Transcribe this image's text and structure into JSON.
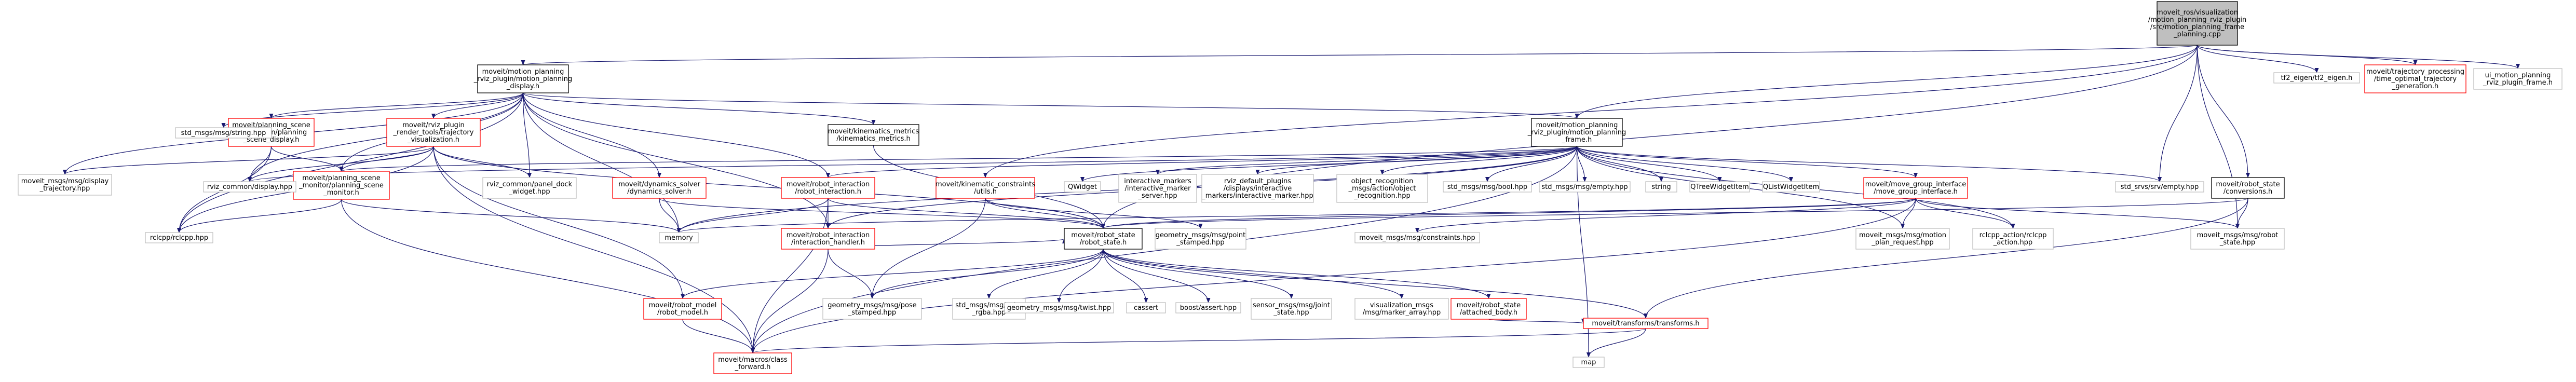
{
  "graph": {
    "colors": {
      "edge": "#191970",
      "root_fill": "#bfbfbf",
      "root_border": "#000000",
      "documented_border": "#000000",
      "missing_border": "#ff0000",
      "external_border": "#bfbfbf",
      "node_fill": "#ffffff"
    },
    "nodes": [
      {
        "id": "root",
        "kind": "root",
        "lines": [
          "moveit_ros/visualization",
          "/motion_planning_rviz_plugin",
          "/src/motion_planning_frame",
          "_planning.cpp"
        ]
      },
      {
        "id": "mp_display",
        "kind": "documented",
        "lines": [
          "moveit/motion_planning",
          "_rviz_plugin/motion_planning",
          "_display.h"
        ]
      },
      {
        "id": "ps_display",
        "kind": "missing",
        "lines": [
          "moveit/planning_scene",
          "_rviz_plugin/planning",
          "_scene_display.h"
        ]
      },
      {
        "id": "render_tools",
        "kind": "missing",
        "lines": [
          "moveit/rviz_plugin",
          "_render_tools/trajectory",
          "_visualization.h"
        ]
      },
      {
        "id": "km_metrics",
        "kind": "documented",
        "lines": [
          "moveit/kinematics_metrics",
          "/kinematics_metrics.h"
        ]
      },
      {
        "id": "mp_frame",
        "kind": "documented",
        "lines": [
          "moveit/motion_planning",
          "_rviz_plugin/motion_planning",
          "_frame.h"
        ]
      },
      {
        "id": "std_string",
        "kind": "external",
        "lines": [
          "std_msgs/msg/string.hpp"
        ]
      },
      {
        "id": "display_traj",
        "kind": "external",
        "lines": [
          "moveit_msgs/msg/display",
          "_trajectory.hpp"
        ]
      },
      {
        "id": "ps_monitor",
        "kind": "missing",
        "lines": [
          "moveit/planning_scene",
          "_monitor/planning_scene",
          "_monitor.h"
        ]
      },
      {
        "id": "rviz_display",
        "kind": "external",
        "lines": [
          "rviz_common/display.hpp"
        ]
      },
      {
        "id": "panel_dock",
        "kind": "external",
        "lines": [
          "rviz_common/panel_dock",
          "_widget.hpp"
        ]
      },
      {
        "id": "dyn_solver",
        "kind": "missing",
        "lines": [
          "moveit/dynamics_solver",
          "/dynamics_solver.h"
        ]
      },
      {
        "id": "ri_robot",
        "kind": "missing",
        "lines": [
          "moveit/robot_interaction",
          "/robot_interaction.h"
        ]
      },
      {
        "id": "kin_constraints",
        "kind": "missing",
        "lines": [
          "moveit/kinematic_constraints",
          "/utils.h"
        ]
      },
      {
        "id": "qwidget",
        "kind": "external",
        "lines": [
          "QWidget"
        ]
      },
      {
        "id": "im_server",
        "kind": "external",
        "lines": [
          "interactive_markers",
          "/interactive_marker",
          "_server.hpp"
        ]
      },
      {
        "id": "rviz_default",
        "kind": "external",
        "lines": [
          "rviz_default_plugins",
          "/displays/interactive",
          "_markers/interactive_marker.hpp"
        ]
      },
      {
        "id": "obj_recog",
        "kind": "external",
        "lines": [
          "object_recognition",
          "_msgs/action/object",
          "_recognition.hpp"
        ]
      },
      {
        "id": "std_bool",
        "kind": "external",
        "lines": [
          "std_msgs/msg/bool.hpp"
        ]
      },
      {
        "id": "std_empty",
        "kind": "external",
        "lines": [
          "std_msgs/msg/empty.hpp"
        ]
      },
      {
        "id": "string",
        "kind": "external",
        "lines": [
          "string"
        ]
      },
      {
        "id": "qtreewidget",
        "kind": "external",
        "lines": [
          "QTreeWidgetItem"
        ]
      },
      {
        "id": "qlistwidget",
        "kind": "external",
        "lines": [
          "QListWidgetItem"
        ]
      },
      {
        "id": "mgi",
        "kind": "missing",
        "lines": [
          "moveit/move_group_interface",
          "/move_group_interface.h"
        ]
      },
      {
        "id": "std_srvs_empty",
        "kind": "external",
        "lines": [
          "std_srvs/srv/empty.hpp"
        ]
      },
      {
        "id": "rs_conversions",
        "kind": "documented",
        "lines": [
          "moveit/robot_state",
          "/conversions.h"
        ]
      },
      {
        "id": "tf2_eigen",
        "kind": "external",
        "lines": [
          "tf2_eigen/tf2_eigen.h"
        ]
      },
      {
        "id": "traj_gen",
        "kind": "missing",
        "lines": [
          "moveit/trajectory_processing",
          "/time_optimal_trajectory",
          "_generation.h"
        ]
      },
      {
        "id": "ui_frame",
        "kind": "external",
        "lines": [
          "ui_motion_planning",
          "_rviz_plugin_frame.h"
        ]
      },
      {
        "id": "rclcpp",
        "kind": "external",
        "lines": [
          "rclcpp/rclcpp.hpp"
        ]
      },
      {
        "id": "memory",
        "kind": "external",
        "lines": [
          "memory"
        ]
      },
      {
        "id": "ri_handler",
        "kind": "missing",
        "lines": [
          "moveit/robot_interaction",
          "/interaction_handler.h"
        ]
      },
      {
        "id": "robot_state",
        "kind": "documented",
        "lines": [
          "moveit/robot_state",
          "/robot_state.h"
        ]
      },
      {
        "id": "point_stamped",
        "kind": "external",
        "lines": [
          "geometry_msgs/msg/point",
          "_stamped.hpp"
        ]
      },
      {
        "id": "constraints",
        "kind": "external",
        "lines": [
          "moveit_msgs/msg/constraints.hpp"
        ]
      },
      {
        "id": "mp_request",
        "kind": "external",
        "lines": [
          "moveit_msgs/msg/motion",
          "_plan_request.hpp"
        ]
      },
      {
        "id": "rclcpp_action",
        "kind": "external",
        "lines": [
          "rclcpp_action/rclcpp",
          "_action.hpp"
        ]
      },
      {
        "id": "robot_state_msg",
        "kind": "external",
        "lines": [
          "moveit_msgs/msg/robot",
          "_state.hpp"
        ]
      },
      {
        "id": "robot_model",
        "kind": "missing",
        "lines": [
          "moveit/robot_model",
          "/robot_model.h"
        ]
      },
      {
        "id": "pose_stamped",
        "kind": "external",
        "lines": [
          "geometry_msgs/msg/pose",
          "_stamped.hpp"
        ]
      },
      {
        "id": "color_rgba",
        "kind": "external",
        "lines": [
          "std_msgs/msg/color",
          "_rgba.hpp"
        ]
      },
      {
        "id": "twist",
        "kind": "external",
        "lines": [
          "geometry_msgs/msg/twist.hpp"
        ]
      },
      {
        "id": "cassert",
        "kind": "external",
        "lines": [
          "cassert"
        ]
      },
      {
        "id": "boost_assert",
        "kind": "external",
        "lines": [
          "boost/assert.hpp"
        ]
      },
      {
        "id": "joint_state",
        "kind": "external",
        "lines": [
          "sensor_msgs/msg/joint",
          "_state.hpp"
        ]
      },
      {
        "id": "marker_array",
        "kind": "external",
        "lines": [
          "visualization_msgs",
          "/msg/marker_array.hpp"
        ]
      },
      {
        "id": "attached_body",
        "kind": "missing",
        "lines": [
          "moveit/robot_state",
          "/attached_body.h"
        ]
      },
      {
        "id": "transforms",
        "kind": "missing",
        "lines": [
          "moveit/transforms/transforms.h"
        ]
      },
      {
        "id": "class_forward",
        "kind": "missing",
        "lines": [
          "moveit/macros/class",
          "_forward.h"
        ]
      },
      {
        "id": "map",
        "kind": "external",
        "lines": [
          "map"
        ]
      }
    ],
    "edges": [
      [
        "root",
        "mp_display"
      ],
      [
        "root",
        "mp_frame"
      ],
      [
        "root",
        "kin_constraints"
      ],
      [
        "root",
        "robot_state"
      ],
      [
        "root",
        "std_srvs_empty"
      ],
      [
        "root",
        "rs_conversions"
      ],
      [
        "root",
        "tf2_eigen"
      ],
      [
        "root",
        "traj_gen"
      ],
      [
        "root",
        "ui_frame"
      ],
      [
        "root",
        "robot_state_msg"
      ],
      [
        "mp_display",
        "ps_display"
      ],
      [
        "mp_display",
        "render_tools"
      ],
      [
        "mp_display",
        "km_metrics"
      ],
      [
        "mp_display",
        "mp_frame"
      ],
      [
        "mp_display",
        "std_string"
      ],
      [
        "mp_display",
        "display_traj"
      ],
      [
        "mp_display",
        "rviz_display"
      ],
      [
        "mp_display",
        "panel_dock"
      ],
      [
        "mp_display",
        "dyn_solver"
      ],
      [
        "mp_display",
        "ri_robot"
      ],
      [
        "mp_display",
        "ri_handler"
      ],
      [
        "mp_display",
        "memory"
      ],
      [
        "mp_display",
        "rclcpp"
      ],
      [
        "mp_display",
        "ps_monitor"
      ],
      [
        "ps_display",
        "ps_monitor"
      ],
      [
        "ps_display",
        "rviz_display"
      ],
      [
        "ps_display",
        "rclcpp"
      ],
      [
        "render_tools",
        "rviz_display"
      ],
      [
        "render_tools",
        "panel_dock"
      ],
      [
        "render_tools",
        "display_traj"
      ],
      [
        "render_tools",
        "rclcpp"
      ],
      [
        "render_tools",
        "robot_state"
      ],
      [
        "render_tools",
        "robot_model"
      ],
      [
        "render_tools",
        "class_forward"
      ],
      [
        "render_tools",
        "ps_monitor"
      ],
      [
        "km_metrics",
        "robot_state"
      ],
      [
        "mp_frame",
        "qwidget"
      ],
      [
        "mp_frame",
        "im_server"
      ],
      [
        "mp_frame",
        "rviz_default"
      ],
      [
        "mp_frame",
        "obj_recog"
      ],
      [
        "mp_frame",
        "std_bool"
      ],
      [
        "mp_frame",
        "std_empty"
      ],
      [
        "mp_frame",
        "string"
      ],
      [
        "mp_frame",
        "qtreewidget"
      ],
      [
        "mp_frame",
        "qlistwidget"
      ],
      [
        "mp_frame",
        "mgi"
      ],
      [
        "mp_frame",
        "std_srvs_empty"
      ],
      [
        "mp_frame",
        "rviz_display"
      ],
      [
        "mp_frame",
        "memory"
      ],
      [
        "mp_frame",
        "ri_robot"
      ],
      [
        "mp_frame",
        "ri_handler"
      ],
      [
        "mp_frame",
        "ps_monitor"
      ],
      [
        "mp_frame",
        "rclcpp_action"
      ],
      [
        "mp_frame",
        "mp_request"
      ],
      [
        "mp_frame",
        "map"
      ],
      [
        "mp_frame",
        "class_forward"
      ],
      [
        "ps_monitor",
        "memory"
      ],
      [
        "ps_monitor",
        "class_forward"
      ],
      [
        "ps_monitor",
        "rclcpp"
      ],
      [
        "dyn_solver",
        "robot_state"
      ],
      [
        "dyn_solver",
        "memory"
      ],
      [
        "ri_robot",
        "ri_handler"
      ],
      [
        "ri_robot",
        "memory"
      ],
      [
        "ri_robot",
        "robot_state"
      ],
      [
        "ri_robot",
        "class_forward"
      ],
      [
        "kin_constraints",
        "robot_state"
      ],
      [
        "kin_constraints",
        "point_stamped"
      ],
      [
        "kin_constraints",
        "pose_stamped"
      ],
      [
        "ri_handler",
        "pose_stamped"
      ],
      [
        "ri_handler",
        "class_forward"
      ],
      [
        "ri_handler",
        "robot_state"
      ],
      [
        "mgi",
        "robot_state"
      ],
      [
        "mgi",
        "constraints"
      ],
      [
        "mgi",
        "mp_request"
      ],
      [
        "mgi",
        "rclcpp_action"
      ],
      [
        "mgi",
        "class_forward"
      ],
      [
        "mgi",
        "robot_state_msg"
      ],
      [
        "mgi",
        "memory"
      ],
      [
        "rs_conversions",
        "robot_state"
      ],
      [
        "rs_conversions",
        "robot_state_msg"
      ],
      [
        "rs_conversions",
        "transforms"
      ],
      [
        "robot_state",
        "robot_model"
      ],
      [
        "robot_state",
        "color_rgba"
      ],
      [
        "robot_state",
        "twist"
      ],
      [
        "robot_state",
        "cassert"
      ],
      [
        "robot_state",
        "boost_assert"
      ],
      [
        "robot_state",
        "joint_state"
      ],
      [
        "robot_state",
        "marker_array"
      ],
      [
        "robot_state",
        "attached_body"
      ],
      [
        "robot_state",
        "transforms"
      ],
      [
        "robot_state",
        "pose_stamped"
      ],
      [
        "robot_model",
        "class_forward"
      ],
      [
        "attached_body",
        "transforms"
      ],
      [
        "transforms",
        "class_forward"
      ],
      [
        "transforms",
        "map"
      ]
    ]
  }
}
